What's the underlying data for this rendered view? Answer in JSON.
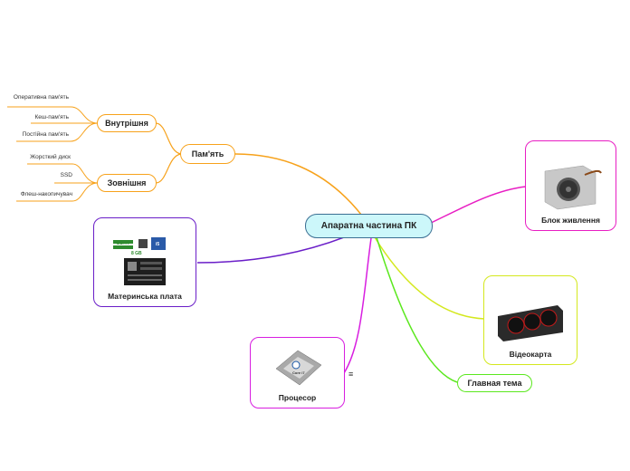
{
  "central": {
    "label": "Апаратна частина ПК"
  },
  "memory": {
    "label": "Пам'ять",
    "internal": {
      "label": "Внутрішня",
      "items": [
        "Оперативна пам'ять",
        "Кеш-пам'ять",
        "Постійна пам'ять"
      ]
    },
    "external": {
      "label": "Зовнішня",
      "items": [
        "Жорсткий диск",
        "SSD",
        "Флеш-накопичувач"
      ]
    }
  },
  "motherboard": {
    "label": "Материнська плата",
    "ram_text": "DDR4",
    "ram_size": "8 GB",
    "cpu_badge": "i5"
  },
  "psu": {
    "label": "Блок живлення"
  },
  "gpu": {
    "label": "Відеокарта"
  },
  "cpu": {
    "label": "Процесор",
    "chip_text": "Core i7"
  },
  "main_topic": {
    "label": "Главная тема"
  },
  "note_icon": "≡",
  "colors": {
    "memory": "#f7a21b",
    "motherboard": "#6a1ec8",
    "psu": "#e81ec3",
    "gpu": "#d4e81e",
    "cpu": "#d81ee0",
    "main_topic": "#5be81e",
    "central_border": "#3b6f93",
    "central_fill": "#ccf7fa"
  }
}
